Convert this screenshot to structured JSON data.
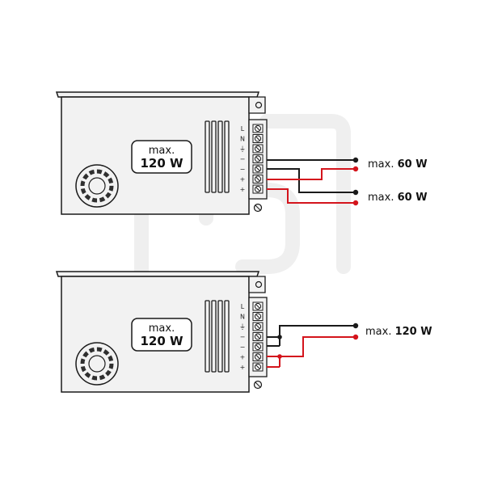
{
  "colors": {
    "outline": "#1a1a1a",
    "body_fill": "#f2f2f2",
    "negative_wire": "#1a1a1a",
    "positive_wire": "#d4141c",
    "watermark": "#eeeeee"
  },
  "watermark_icon": "brand-logo-watermark-icon",
  "top_unit": {
    "capacity_line1": "max.",
    "capacity_line2": "120 W",
    "terminals": [
      "L",
      "N",
      "⏚",
      "−",
      "−",
      "+",
      "+"
    ],
    "outputs": [
      {
        "prefix": "max. ",
        "power": "60 W"
      },
      {
        "prefix": "max. ",
        "power": "60 W"
      }
    ]
  },
  "bottom_unit": {
    "capacity_line1": "max.",
    "capacity_line2": "120 W",
    "terminals": [
      "L",
      "N",
      "⏚",
      "−",
      "−",
      "+",
      "+"
    ],
    "outputs": [
      {
        "prefix": "max. ",
        "power": "120 W"
      }
    ]
  }
}
